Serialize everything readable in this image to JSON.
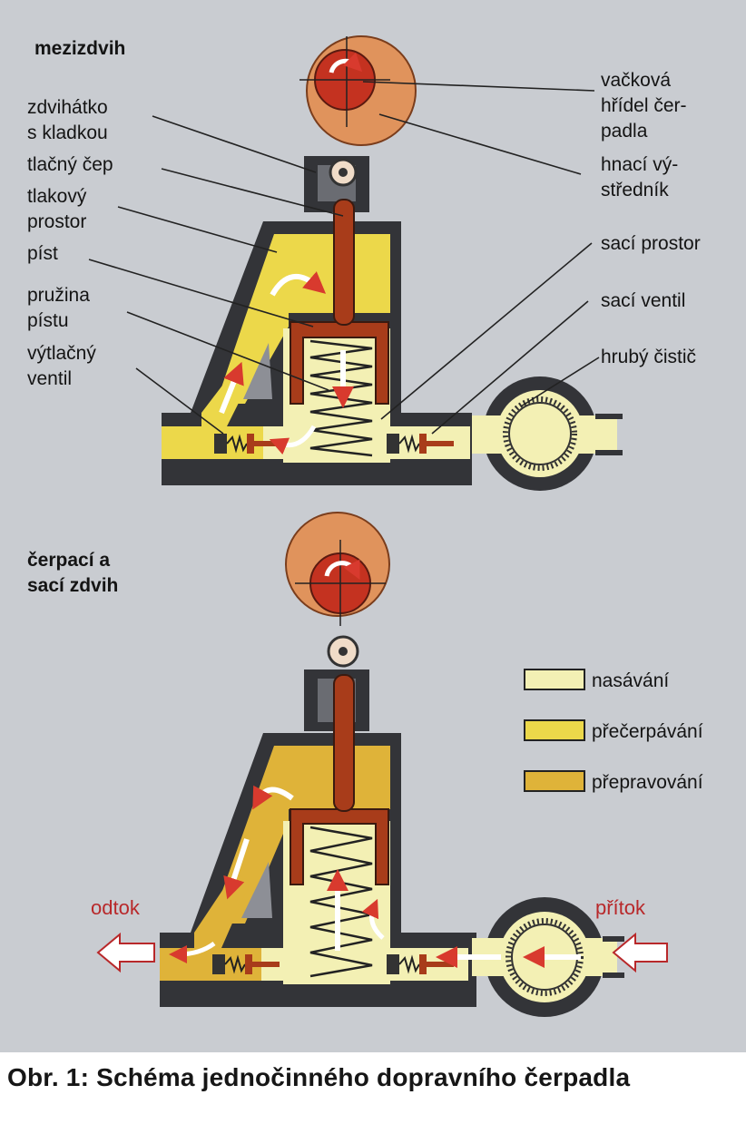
{
  "panels": {
    "top_title": "mezizdvih",
    "bottom_title_line1": "čerpací a",
    "bottom_title_line2": "sací zdvih"
  },
  "labels_left": {
    "zdvihatko_1": "zdvihátko",
    "zdvihatko_2": "s kladkou",
    "tlacny_cep": "tlačný čep",
    "tlakovy_1": "tlakový",
    "tlakovy_2": "prostor",
    "pist": "píst",
    "pruzina_1": "pružina",
    "pruzina_2": "pístu",
    "vytlacny_1": "výtlačný",
    "vytlacny_2": "ventil"
  },
  "labels_right": {
    "vackova_1": "vačková",
    "vackova_2": "hřídel čer-",
    "vackova_3": "padla",
    "hnaci_1": "hnací vý-",
    "hnaci_2": "středník",
    "saci_prostor": "sací prostor",
    "saci_ventil": "sací ventil",
    "hruby_cistic": "hrubý čistič"
  },
  "legend": [
    {
      "label": "nasávání",
      "color": "#f3f0b4"
    },
    {
      "label": "přečerpávání",
      "color": "#ecd84a"
    },
    {
      "label": "přepravování",
      "color": "#dfb339"
    }
  ],
  "flow_labels": {
    "outlet": "odtok",
    "inlet": "přítok"
  },
  "caption": "Obr. 1: Schéma jednočinného dopravního čerpadla",
  "colors": {
    "background": "#c9ccd1",
    "housing": "#333438",
    "eccentric": "#e0935c",
    "camshaft": "#c43220",
    "piston": "#a83c1a",
    "suction_fill": "#f3f0b4",
    "transfer_fill": "#ecd84a",
    "delivery_fill": "#dfb339",
    "flow_arrow": "#b8282a"
  }
}
